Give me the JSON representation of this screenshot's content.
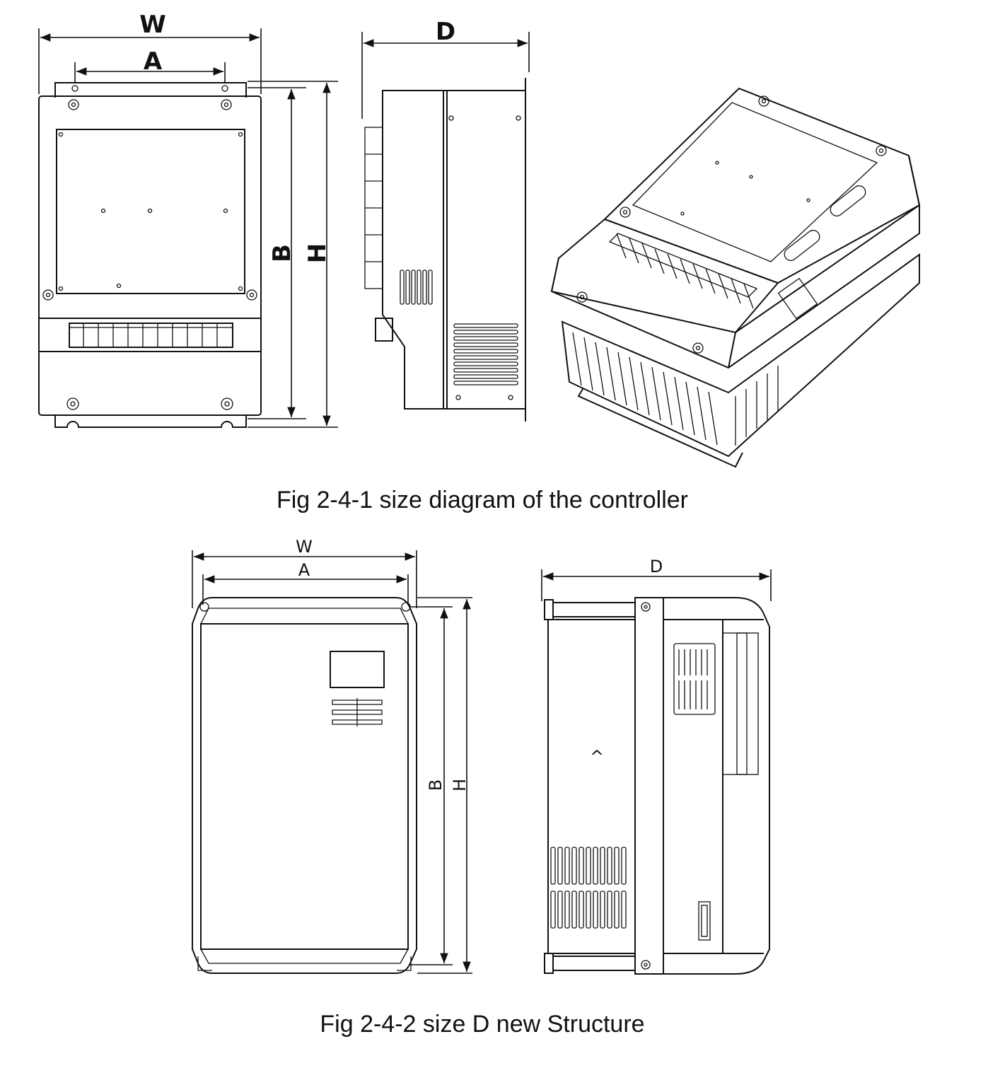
{
  "figure1": {
    "caption": "Fig 2-4-1 size diagram of the controller",
    "labels": {
      "w": "W",
      "a": "A",
      "b": "B",
      "h": "H",
      "d": "D"
    }
  },
  "figure2": {
    "caption": "Fig 2-4-2 size D new Structure",
    "labels": {
      "w": "W",
      "a": "A",
      "b": "B",
      "h": "H",
      "d": "D",
      "arrow_mark": "^"
    }
  }
}
